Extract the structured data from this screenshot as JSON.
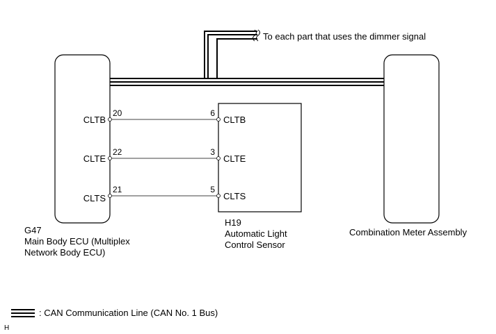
{
  "dimmer_note": "To each part that uses the dimmer signal",
  "ecu": {
    "code": "G47",
    "name_line1": "Main Body ECU (Multiplex",
    "name_line2": "Network Body ECU)"
  },
  "sensor": {
    "code": "H19",
    "name_line1": "Automatic Light",
    "name_line2": "Control Sensor"
  },
  "meter": {
    "name": "Combination Meter Assembly"
  },
  "wires": [
    {
      "ecu_pin": "20",
      "ecu_terminal": "CLTB",
      "sensor_pin": "6",
      "sensor_terminal": "CLTB"
    },
    {
      "ecu_pin": "22",
      "ecu_terminal": "CLTE",
      "sensor_pin": "3",
      "sensor_terminal": "CLTE"
    },
    {
      "ecu_pin": "21",
      "ecu_terminal": "CLTS",
      "sensor_pin": "5",
      "sensor_terminal": "CLTS"
    }
  ],
  "legend": {
    "label": ": CAN Communication Line (CAN No. 1 Bus)"
  },
  "corner_mark": "H"
}
